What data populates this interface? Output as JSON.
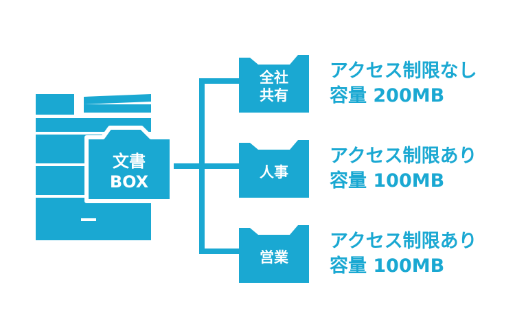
{
  "colors": {
    "primary": "#1aa8d2",
    "background": "#ffffff",
    "label_text": "#ffffff"
  },
  "device": {
    "icon": "multifunction-printer-icon"
  },
  "box": {
    "line1": "文書",
    "line2": "BOX"
  },
  "folders": [
    {
      "line1": "全社",
      "line2": "共有",
      "icon": "folder-icon",
      "access": "アクセス制限なし",
      "capacity": "容量 200MB"
    },
    {
      "line1": "人事",
      "line2": "",
      "icon": "folder-icon",
      "access": "アクセス制限あり",
      "capacity": "容量 100MB"
    },
    {
      "line1": "営業",
      "line2": "",
      "icon": "folder-icon",
      "access": "アクセス制限あり",
      "capacity": "容量 100MB"
    }
  ]
}
